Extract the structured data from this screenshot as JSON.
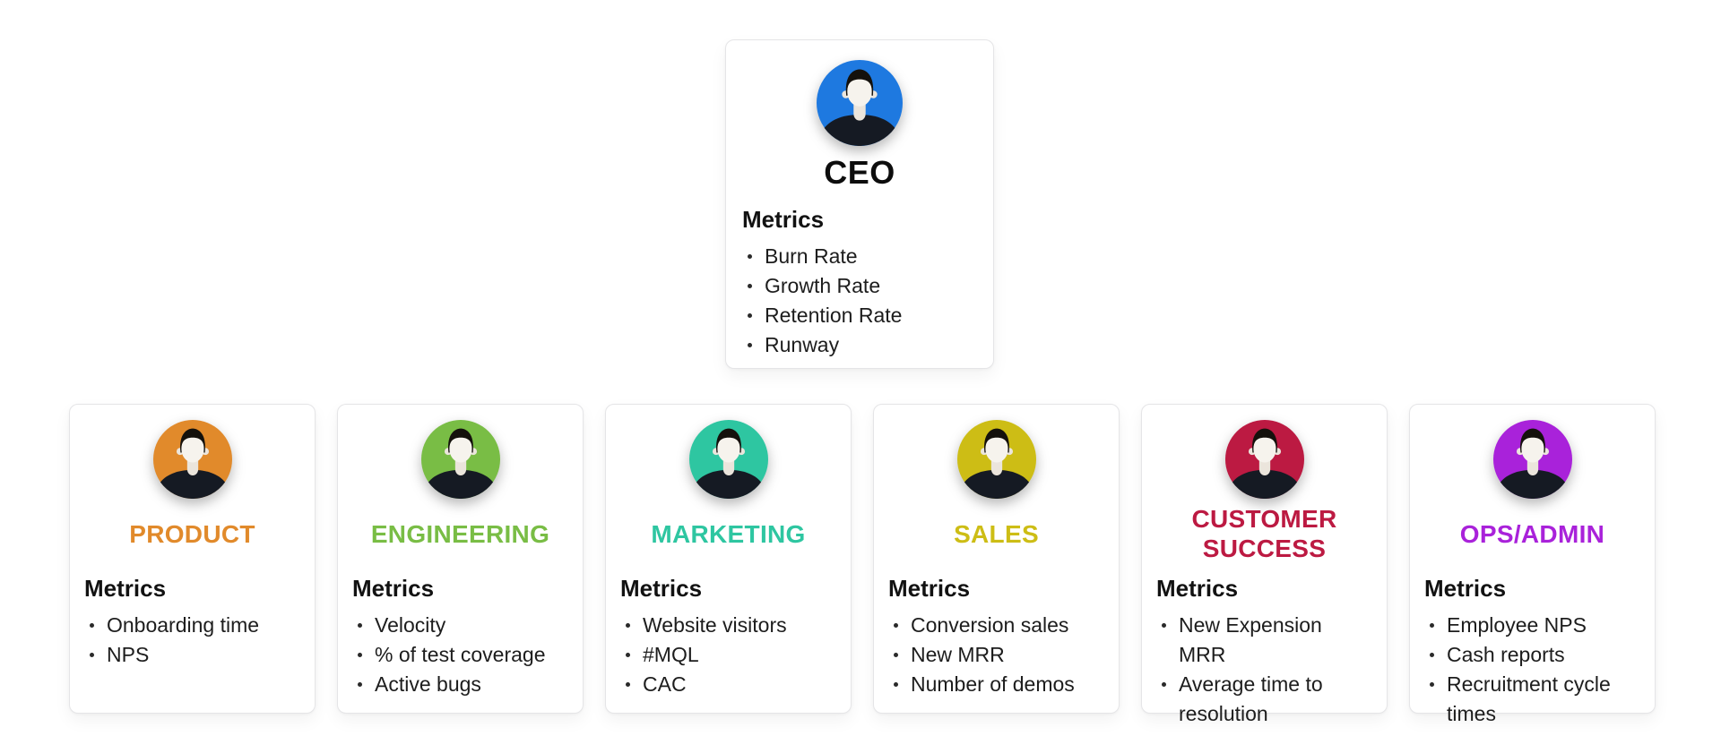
{
  "org": {
    "root": {
      "title": "CEO",
      "title_color": "#0d0d0d",
      "avatar_color": "#1E79E0",
      "metrics_label": "Metrics",
      "metrics": [
        "Burn Rate",
        "Growth Rate",
        "Retention Rate",
        "Runway"
      ]
    },
    "departments": [
      {
        "title": "PRODUCT",
        "color": "#E18A2B",
        "metrics_label": "Metrics",
        "metrics": [
          "Onboarding time",
          "NPS"
        ]
      },
      {
        "title": "ENGINEERING",
        "color": "#79BD45",
        "metrics_label": "Metrics",
        "metrics": [
          "Velocity",
          "% of test coverage",
          "Active bugs"
        ]
      },
      {
        "title": "MARKETING",
        "color": "#2EC6A1",
        "metrics_label": "Metrics",
        "metrics": [
          "Website visitors",
          "#MQL",
          "CAC"
        ]
      },
      {
        "title": "SALES",
        "color": "#CDBD15",
        "metrics_label": "Metrics",
        "metrics": [
          "Conversion sales",
          "New MRR",
          "Number of demos"
        ]
      },
      {
        "title": "CUSTOMER SUCCESS",
        "color": "#BC1A42",
        "metrics_label": "Metrics",
        "metrics": [
          "New Expension MRR",
          "Average time to resolution"
        ]
      },
      {
        "title": "OPS/ADMIN",
        "color": "#A922DA",
        "metrics_label": "Metrics",
        "metrics": [
          "Employee NPS",
          "Cash reports",
          "Recruitment cycle times"
        ]
      }
    ]
  },
  "avatar_palette": {
    "skin": "#F6F3ED",
    "skin_shadow": "#EBE5DC",
    "shirt": "#151A23",
    "hair": "#14110C"
  },
  "page": {
    "background": "#FFFFFF",
    "card_border": "#E5E5E7"
  }
}
